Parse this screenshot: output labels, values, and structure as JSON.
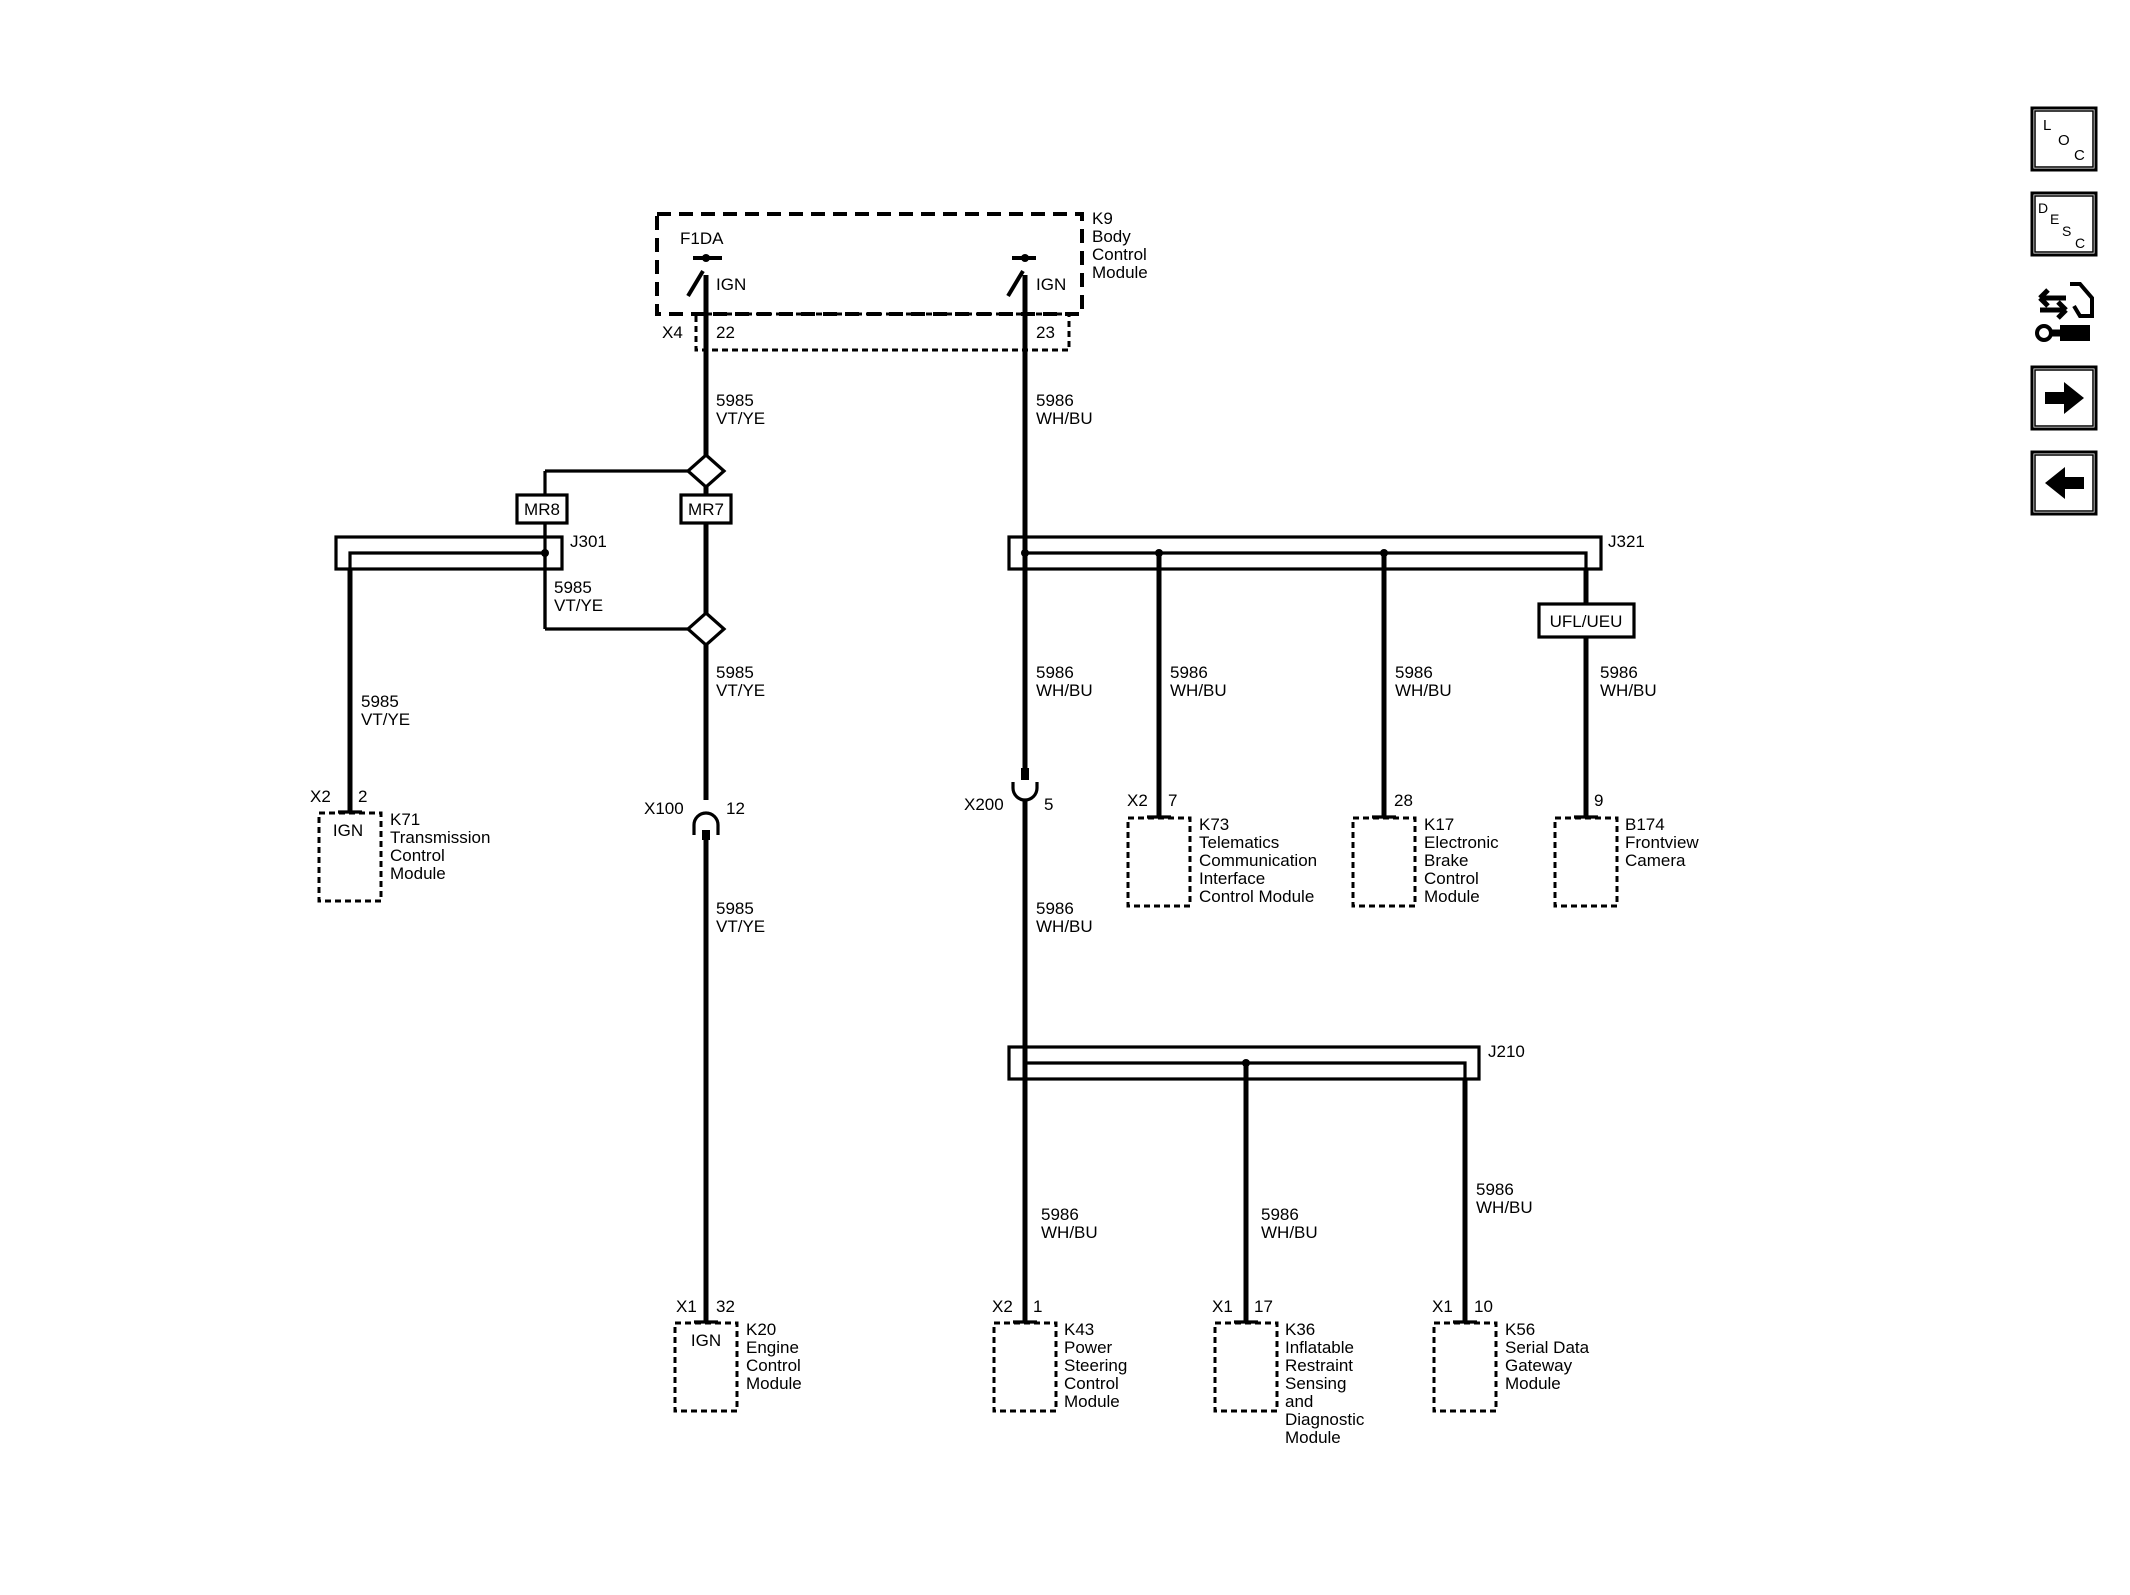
{
  "bcm": {
    "ref": "K9",
    "name": [
      "Body",
      "Control",
      "Module"
    ],
    "fuse": "F1DA",
    "switch_left": "IGN",
    "switch_right": "IGN",
    "connector": "X4",
    "pin_left": "22",
    "pin_right": "23"
  },
  "circuits": {
    "c5985": {
      "num": "5985",
      "color": "VT/YE"
    },
    "c5986": {
      "num": "5986",
      "color": "WH/BU"
    }
  },
  "connectors": {
    "mr8": "MR8",
    "mr7": "MR7",
    "ufl": "UFL/UEU"
  },
  "splices": {
    "j301": "J301",
    "j321": "J321",
    "j210": "J210"
  },
  "inline": {
    "x100": {
      "name": "X100",
      "pin": "12"
    },
    "x200": {
      "name": "X200",
      "pin": "5"
    }
  },
  "modules": {
    "k71": {
      "conn": "X2",
      "pin": "2",
      "inside": "IGN",
      "ref": "K71",
      "name": [
        "Transmission",
        "Control",
        "Module"
      ]
    },
    "k20": {
      "conn": "X1",
      "pin": "32",
      "inside": "IGN",
      "ref": "K20",
      "name": [
        "Engine",
        "Control",
        "Module"
      ]
    },
    "k73": {
      "conn": "X2",
      "pin": "7",
      "ref": "K73",
      "name": [
        "Telematics",
        "Communication",
        "Interface",
        "Control Module"
      ]
    },
    "k17": {
      "pin": "28",
      "ref": "K17",
      "name": [
        "Electronic",
        "Brake",
        "Control",
        "Module"
      ]
    },
    "b174": {
      "pin": "9",
      "ref": "B174",
      "name": [
        "Frontview",
        "Camera"
      ]
    },
    "k43": {
      "conn": "X2",
      "pin": "1",
      "ref": "K43",
      "name": [
        "Power",
        "Steering",
        "Control",
        "Module"
      ]
    },
    "k36": {
      "conn": "X1",
      "pin": "17",
      "ref": "K36",
      "name": [
        "Inflatable",
        "Restraint",
        "Sensing",
        "and",
        "Diagnostic",
        "Module"
      ]
    },
    "k56": {
      "conn": "X1",
      "pin": "10",
      "ref": "K56",
      "name": [
        "Serial Data",
        "Gateway",
        "Module"
      ]
    }
  },
  "nav": {
    "loc": [
      "L",
      "O",
      "C"
    ],
    "desc": [
      "D",
      "E",
      "S",
      "C"
    ],
    "service_icon": "connector-wrench-icon",
    "next_icon": "arrow-right-icon",
    "prev_icon": "arrow-left-icon"
  }
}
